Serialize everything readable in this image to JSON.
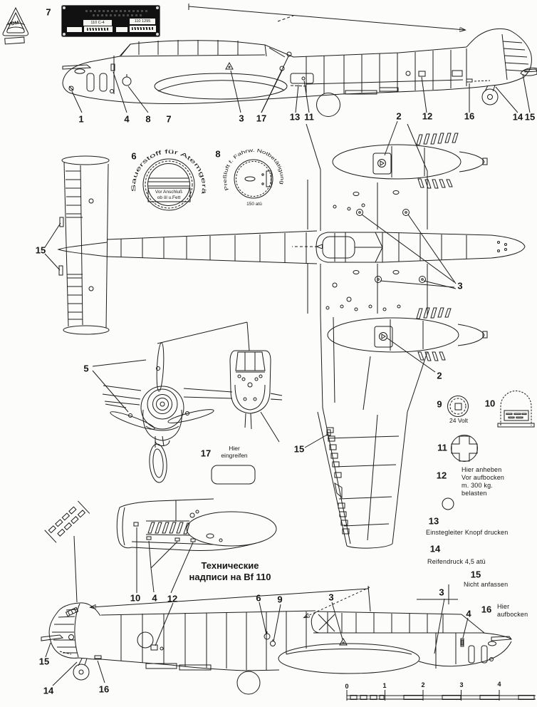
{
  "vdm": {
    "label": "VDM"
  },
  "plate": {
    "callout": "7",
    "field_model": "110 C-4",
    "field_werk": "110  1295"
  },
  "top_row": [
    "1",
    "4",
    "8",
    "7",
    "3",
    "17",
    "13",
    "11",
    "2",
    "12",
    "16",
    "14",
    "15"
  ],
  "plan": {
    "c15_tail": "15",
    "c3": "3",
    "c2_bottom": "2",
    "c15_slat": "15"
  },
  "front": {
    "c5": "5"
  },
  "detail6": {
    "n": "6",
    "arc": "Sauerstoff  für  Atemgerät",
    "box1": "Vor Anschluß",
    "box2": "ob öl u.Fett"
  },
  "detail8": {
    "n": "8",
    "arc": "Preßluft f. Fahrw. Notbetätigung",
    "value": "150 atü"
  },
  "item9": {
    "n": "9",
    "label": "24 Volt"
  },
  "item10": {
    "n": "10"
  },
  "item11": {
    "n": "11"
  },
  "item12": {
    "n": "12",
    "line1": "Hier anheben",
    "line2": "Vor aufbocken",
    "line3": "m. 300 kg.",
    "line4": "belasten"
  },
  "item13": {
    "n": "13",
    "label": "Einstegleiter Knopf drucken"
  },
  "item14": {
    "n": "14",
    "label": "Reifendruck 4,5 atü"
  },
  "item15": {
    "n": "15",
    "label": "Nicht anfassen"
  },
  "item16": {
    "n": "16",
    "label1": "Hier",
    "label2": "aufbocken"
  },
  "item17": {
    "n": "17",
    "label1": "Hier",
    "label2": "eingreifen"
  },
  "caption": {
    "line1": "Технические",
    "line2": "надписи на Bf 110"
  },
  "bottom_detail_row": [
    "10",
    "4",
    "12"
  ],
  "bottom_callouts": {
    "c15": "15",
    "c14": "14",
    "c16": "16",
    "c6": "6",
    "c9": "9",
    "c3a": "3",
    "c3b": "3",
    "c4": "4"
  },
  "scale": {
    "t0": "0",
    "t1": "1",
    "t2": "2",
    "t3": "3",
    "t4": "4"
  }
}
